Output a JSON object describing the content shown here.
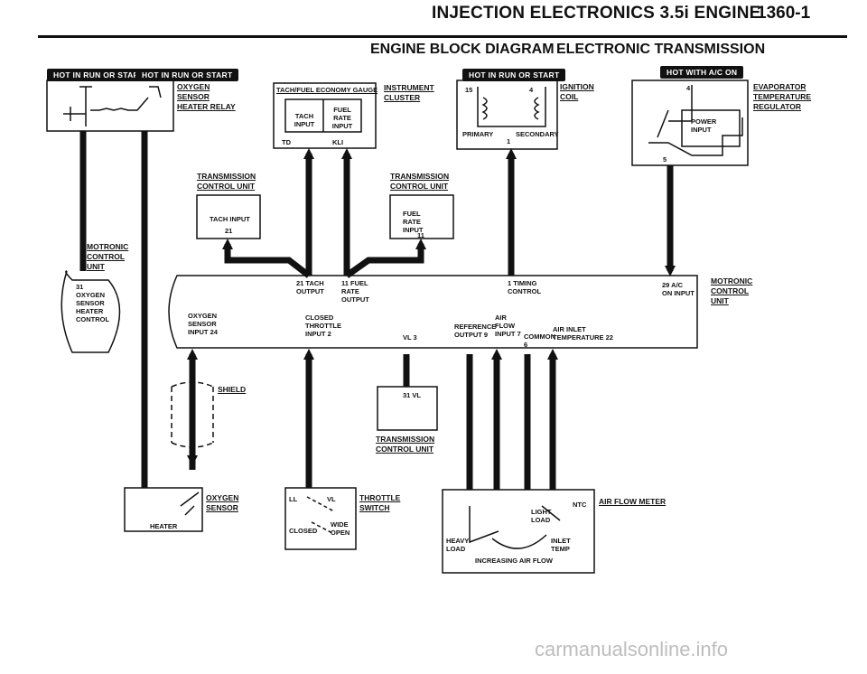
{
  "header": {
    "title": "INJECTION ELECTRONICS  3.5i ENGINE",
    "page_number": "1360-1",
    "subtitle_left": "ENGINE BLOCK DIAGRAM",
    "subtitle_right": "ELECTRONIC TRANSMISSION"
  },
  "power_tags": [
    "HOT IN RUN OR START",
    "HOT IN RUN OR START",
    "HOT IN RUN OR START",
    "HOT WITH A/C ON"
  ],
  "components": {
    "oxygen_sensor_heater_relay": "OXYGEN SENSOR HEATER RELAY",
    "tach_fuel_gauge": "TACH/FUEL ECONOMY GAUGE",
    "instrument_cluster": "INSTRUMENT CLUSTER",
    "gauge_fuel_rate_input": "FUEL RATE INPUT",
    "gauge_tach_input": "TACH INPUT",
    "gauge_td": "TD",
    "gauge_kli": "KLI",
    "ignition_coil": "IGNITION COIL",
    "coil_pin_15": "15",
    "coil_pin_4": "4",
    "coil_primary": "PRIMARY",
    "coil_secondary": "SECONDARY",
    "coil_pin_1": "1",
    "evaporator_regulator": "EVAPORATOR TEMPERATURE REGULATOR",
    "evap_pin_4": "4",
    "evap_pin_5": "5",
    "evap_power_input": "POWER INPUT",
    "tcu_left": "TRANSMISSION CONTROL UNIT",
    "tcu_left_input": "TACH INPUT",
    "tcu_left_pin": "21",
    "tcu_right": "TRANSMISSION CONTROL UNIT",
    "tcu_right_input": "FUEL RATE INPUT",
    "tcu_right_pin": "11",
    "motronic_left": "MOTRONIC CONTROL UNIT",
    "motronic_right": "MOTRONIC CONTROL UNIT",
    "motronic_pin_31": "31 OXYGEN SENSOR HEATER CONTROL",
    "tcu_bottom": "TRANSMISSION CONTROL UNIT",
    "tcu_bottom_pin": "31 VL",
    "shield": "SHIELD",
    "oxygen_sensor": "OXYGEN SENSOR",
    "oxygen_sensor_heater": "HEATER",
    "throttle_switch": "THROTTLE SWITCH",
    "throttle_ll": "LL",
    "throttle_vl": "VL",
    "throttle_closed": "CLOSED",
    "throttle_wide_open": "WIDE OPEN",
    "air_flow_meter": "AIR FLOW METER",
    "afm_ntc": "NTC",
    "afm_light_load": "LIGHT LOAD",
    "afm_heavy_load": "HEAVY LOAD",
    "afm_inlet_temp": "INLET TEMP",
    "afm_increasing": "INCREASING AIR FLOW"
  },
  "motronic_pins": {
    "oxygen_sensor_input": "OXYGEN SENSOR INPUT 24",
    "tach_output": "21 TACH OUTPUT",
    "fuel_rate_output": "11 FUEL RATE OUTPUT",
    "closed_throttle": "CLOSED THROTTLE INPUT 2",
    "vl": "VL 3",
    "timing_control": "1 TIMING CONTROL",
    "ac_on_input": "29 A/C ON INPUT",
    "reference_output": "REFERENCE OUTPUT 9",
    "air_flow_input": "AIR FLOW INPUT 7",
    "common": "COMMON 6",
    "air_inlet_temp": "AIR INLET TEMPERATURE 22"
  },
  "watermark": "carmanualsonline.info"
}
